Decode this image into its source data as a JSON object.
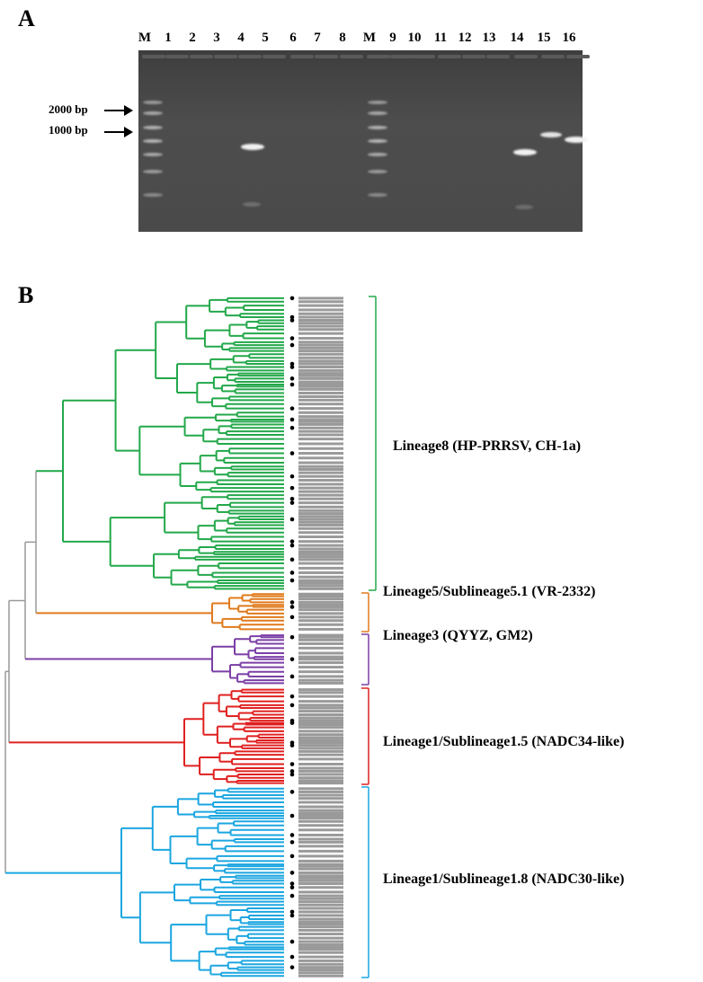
{
  "panel_a": {
    "letter": "A",
    "lanes": [
      "M",
      "1",
      "2",
      "3",
      "4",
      "5",
      "6",
      "7",
      "8",
      "M",
      "9",
      "10",
      "11",
      "12",
      "13",
      "14",
      "15",
      "16"
    ],
    "markers": [
      "2000 bp",
      "1000 bp"
    ]
  },
  "panel_b": {
    "letter": "B",
    "lineages": [
      {
        "label": "Lineage8 (HP-PRRSV, CH-1a)",
        "color": "#22a84a"
      },
      {
        "label": "Lineage5/Sublineage5.1 (VR-2332)",
        "color": "#e07a1c"
      },
      {
        "label": "Lineage3 (QYYZ, GM2)",
        "color": "#7b3fa6"
      },
      {
        "label": "Lineage1/Sublineage1.5 (NADC34-like)",
        "color": "#e02020"
      },
      {
        "label": "Lineage1/Sublineage1.8 (NADC30-like)",
        "color": "#1ba6e0"
      }
    ]
  }
}
